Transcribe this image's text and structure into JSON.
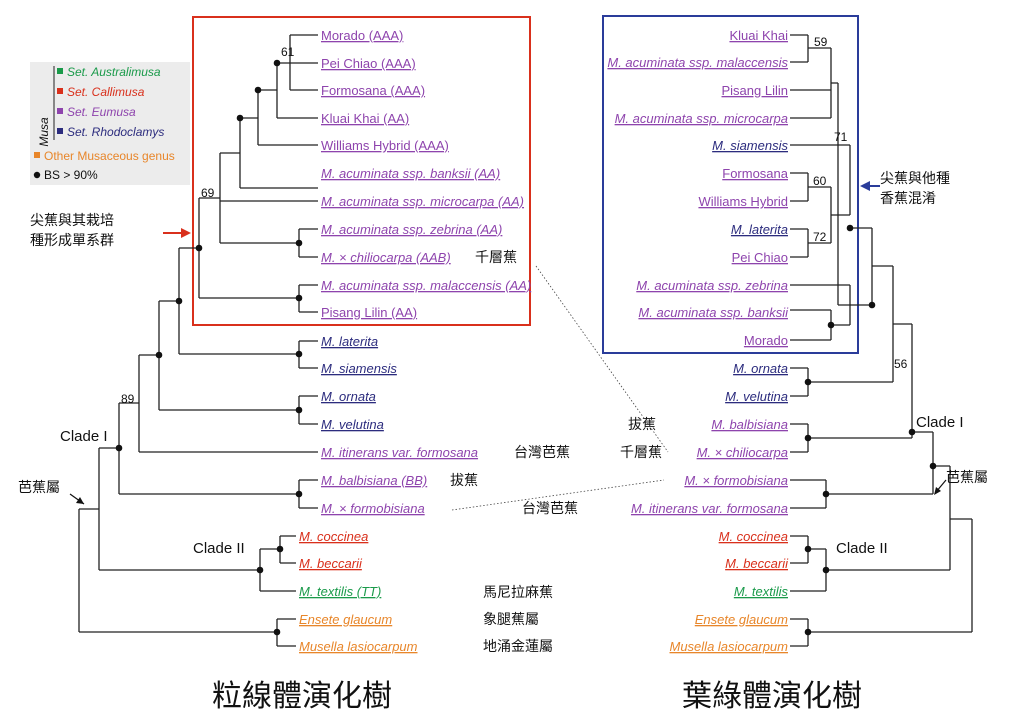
{
  "colors": {
    "australimusa": "#1a9a4a",
    "callimusa": "#d9301c",
    "eumusa": "#8e44ad",
    "rhodoclamys": "#2c2c7e",
    "other": "#e8862a",
    "mito_box": "#d9301c",
    "chloro_box": "#2a3c9a"
  },
  "legend": {
    "genus": "Musa",
    "items": [
      {
        "label": "Set. Australimusa",
        "color": "#1a9a4a"
      },
      {
        "label": "Set. Callimusa",
        "color": "#d9301c"
      },
      {
        "label": "Set. Eumusa",
        "color": "#8e44ad"
      },
      {
        "label": "Set. Rhodoclamys",
        "color": "#2c2c7e"
      }
    ],
    "other": "Other Musaceous genus",
    "bs": "BS > 90%"
  },
  "left_tree": {
    "title": "粒線體演化樹",
    "taxa": [
      {
        "text": "Morado (AAA)",
        "color": "#8e44ad",
        "italic": false
      },
      {
        "text": "Pei Chiao (AAA)",
        "color": "#8e44ad",
        "italic": false
      },
      {
        "text": "Formosana (AAA)",
        "color": "#8e44ad",
        "italic": false
      },
      {
        "text": "Kluai Khai (AA)",
        "color": "#8e44ad",
        "italic": false
      },
      {
        "text": "Williams Hybrid (AAA)",
        "color": "#8e44ad",
        "italic": false
      },
      {
        "text": "M. acuminata ssp. banksii (AA)",
        "color": "#8e44ad",
        "italic": true
      },
      {
        "text": "M. acuminata ssp. microcarpa (AA)",
        "color": "#8e44ad",
        "italic": true
      },
      {
        "text": "M. acuminata ssp. zebrina (AA)",
        "color": "#8e44ad",
        "italic": true
      },
      {
        "text": "M. × chiliocarpa (AAB)",
        "color": "#8e44ad",
        "italic": true
      },
      {
        "text": "M. acuminata ssp. malaccensis (AA)",
        "color": "#8e44ad",
        "italic": true
      },
      {
        "text": "Pisang Lilin (AA)",
        "color": "#8e44ad",
        "italic": false
      },
      {
        "text": "M. laterita",
        "color": "#2c2c7e",
        "italic": true
      },
      {
        "text": "M. siamensis",
        "color": "#2c2c7e",
        "italic": true
      },
      {
        "text": "M. ornata",
        "color": "#2c2c7e",
        "italic": true
      },
      {
        "text": "M. velutina",
        "color": "#2c2c7e",
        "italic": true
      },
      {
        "text": "M. itinerans var. formosana",
        "color": "#8e44ad",
        "italic": true
      },
      {
        "text": "M. balbisiana (BB)",
        "color": "#8e44ad",
        "italic": true
      },
      {
        "text": "M. × formobisiana",
        "color": "#8e44ad",
        "italic": true
      },
      {
        "text": "M. coccinea",
        "color": "#d9301c",
        "italic": true
      },
      {
        "text": "M. beccarii",
        "color": "#d9301c",
        "italic": true
      },
      {
        "text": "M. textilis (TT)",
        "color": "#1a9a4a",
        "italic": true
      },
      {
        "text": "Ensete glaucum",
        "color": "#e8862a",
        "italic": true
      },
      {
        "text": "Musella lasiocarpum",
        "color": "#e8862a",
        "italic": true
      }
    ],
    "bootstrap": [
      "61",
      "69",
      "89"
    ],
    "clade1": "Clade I",
    "clade2": "Clade II",
    "genus_label": "芭蕉屬",
    "group_label_1": "尖蕉與其栽培",
    "group_label_2": "種形成單系群"
  },
  "right_tree": {
    "title": "葉綠體演化樹",
    "taxa": [
      {
        "text": "Kluai Khai",
        "color": "#8e44ad",
        "italic": false
      },
      {
        "text": "M. acuminata ssp. malaccensis",
        "color": "#8e44ad",
        "italic": true
      },
      {
        "text": "Pisang Lilin",
        "color": "#8e44ad",
        "italic": false
      },
      {
        "text": "M. acuminata ssp. microcarpa",
        "color": "#8e44ad",
        "italic": true
      },
      {
        "text": "M. siamensis",
        "color": "#2c2c7e",
        "italic": true
      },
      {
        "text": "Formosana",
        "color": "#8e44ad",
        "italic": false
      },
      {
        "text": "Williams Hybrid",
        "color": "#8e44ad",
        "italic": false
      },
      {
        "text": "M. laterita",
        "color": "#2c2c7e",
        "italic": true
      },
      {
        "text": "Pei Chiao",
        "color": "#8e44ad",
        "italic": false
      },
      {
        "text": "M. acuminata ssp. zebrina",
        "color": "#8e44ad",
        "italic": true
      },
      {
        "text": "M. acuminata ssp. banksii",
        "color": "#8e44ad",
        "italic": true
      },
      {
        "text": "Morado",
        "color": "#8e44ad",
        "italic": false
      },
      {
        "text": "M. ornata",
        "color": "#2c2c7e",
        "italic": true
      },
      {
        "text": "M. velutina",
        "color": "#2c2c7e",
        "italic": true
      },
      {
        "text": "M. balbisiana",
        "color": "#8e44ad",
        "italic": true
      },
      {
        "text": "M. × chiliocarpa",
        "color": "#8e44ad",
        "italic": true
      },
      {
        "text": "M. × formobisiana",
        "color": "#8e44ad",
        "italic": true
      },
      {
        "text": "M. itinerans var. formosana",
        "color": "#8e44ad",
        "italic": true
      },
      {
        "text": "M. coccinea",
        "color": "#d9301c",
        "italic": true
      },
      {
        "text": "M. beccarii",
        "color": "#d9301c",
        "italic": true
      },
      {
        "text": "M. textilis",
        "color": "#1a9a4a",
        "italic": true
      },
      {
        "text": "Ensete glaucum",
        "color": "#e8862a",
        "italic": true
      },
      {
        "text": "Musella lasiocarpum",
        "color": "#e8862a",
        "italic": true
      }
    ],
    "bootstrap": [
      "59",
      "71",
      "60",
      "72",
      "56"
    ],
    "clade1": "Clade I",
    "clade2": "Clade II",
    "genus_label": "芭蕉屬",
    "group_label_1": "尖蕉與他種",
    "group_label_2": "香蕉混淆"
  },
  "annotations": {
    "chiliocarpa_cn": "千層蕉",
    "balbisiana_cn": "拔蕉",
    "itinerans_cn": "台灣芭蕉",
    "textilis_cn": "馬尼拉麻蕉",
    "ensete_cn": "象腿蕉屬",
    "musella_cn": "地涌金蓮屬"
  }
}
